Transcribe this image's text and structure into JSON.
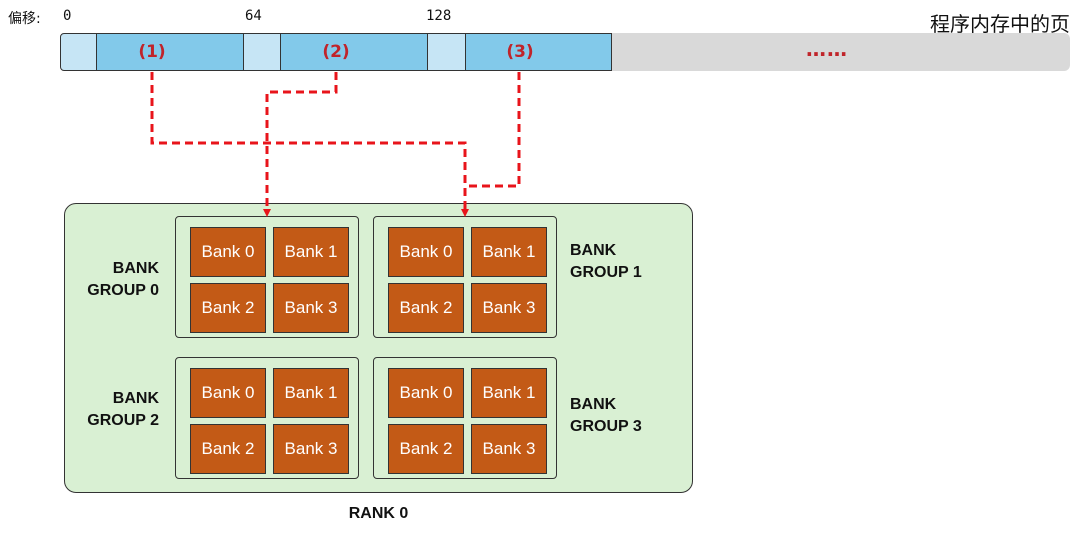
{
  "header": {
    "offset_prefix": "偏移:",
    "offsets": [
      "0",
      "64",
      "128"
    ],
    "page_title": "程序内存中的页"
  },
  "memory_bar": {
    "segments": [
      {
        "label": "(1)"
      },
      {
        "label": "(2)"
      },
      {
        "label": "(3)"
      }
    ],
    "ellipsis": "……"
  },
  "rank": {
    "label": "RANK 0",
    "groups": [
      {
        "label": "BANK\nGROUP 0",
        "banks": [
          "Bank 0",
          "Bank 1",
          "Bank 2",
          "Bank 3"
        ]
      },
      {
        "label": "BANK\nGROUP 1",
        "banks": [
          "Bank 0",
          "Bank 1",
          "Bank 2",
          "Bank 3"
        ]
      },
      {
        "label": "BANK\nGROUP 2",
        "banks": [
          "Bank 0",
          "Bank 1",
          "Bank 2",
          "Bank 3"
        ]
      },
      {
        "label": "BANK\nGROUP 3",
        "banks": [
          "Bank 0",
          "Bank 1",
          "Bank 2",
          "Bank 3"
        ]
      }
    ]
  },
  "colors": {
    "arrow": "#e8141b",
    "segment_small": "#c6e5f5",
    "segment_large": "#82c9ea",
    "rest": "#d9d9d9",
    "bank": "#c35a16",
    "rank_bg": "#d9f0d3",
    "label_red": "#c0242a"
  }
}
